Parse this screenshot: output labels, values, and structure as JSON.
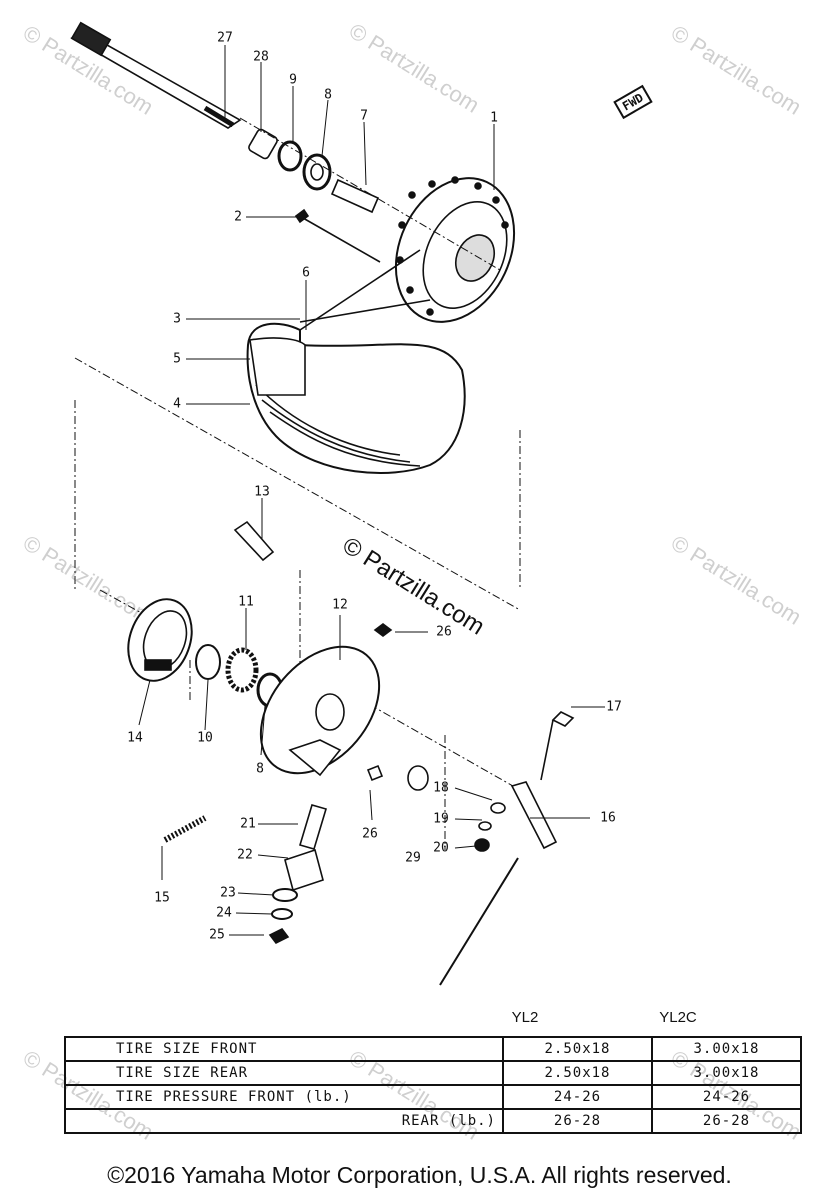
{
  "watermark": {
    "text": "© Partzilla.com",
    "color": "#cfcfcf"
  },
  "direction_badge": "FWD",
  "callouts": {
    "c27": "27",
    "c28": "28",
    "c9a": "9",
    "c8a": "8",
    "c7": "7",
    "c1": "1",
    "c2": "2",
    "c6": "6",
    "c3": "3",
    "c5": "5",
    "c4": "4",
    "c13": "13",
    "c11": "11",
    "c12": "12",
    "c26a": "26",
    "c14": "14",
    "c10": "10",
    "c8b": "8",
    "c17": "17",
    "c18": "18",
    "c16": "16",
    "c19": "19",
    "c20": "20",
    "c21": "21",
    "c26b": "26",
    "c29": "29",
    "c22": "22",
    "c15": "15",
    "c23": "23",
    "c24": "24",
    "c25": "25"
  },
  "spec_table": {
    "columns": [
      "YL2",
      "YL2C"
    ],
    "rows": [
      {
        "label": "TIRE SIZE  FRONT",
        "yl2": "2.50x18",
        "yl2c": "3.00x18"
      },
      {
        "label": "TIRE SIZE  REAR",
        "yl2": "2.50x18",
        "yl2c": "3.00x18"
      },
      {
        "label": "TIRE PRESSURE  FRONT (lb.)",
        "yl2": "24-26",
        "yl2c": "24-26"
      },
      {
        "label": "REAR (lb.)",
        "yl2": "26-28",
        "yl2c": "26-28"
      }
    ]
  },
  "copyright": "©2016 Yamaha Motor Corporation, U.S.A. All rights reserved."
}
